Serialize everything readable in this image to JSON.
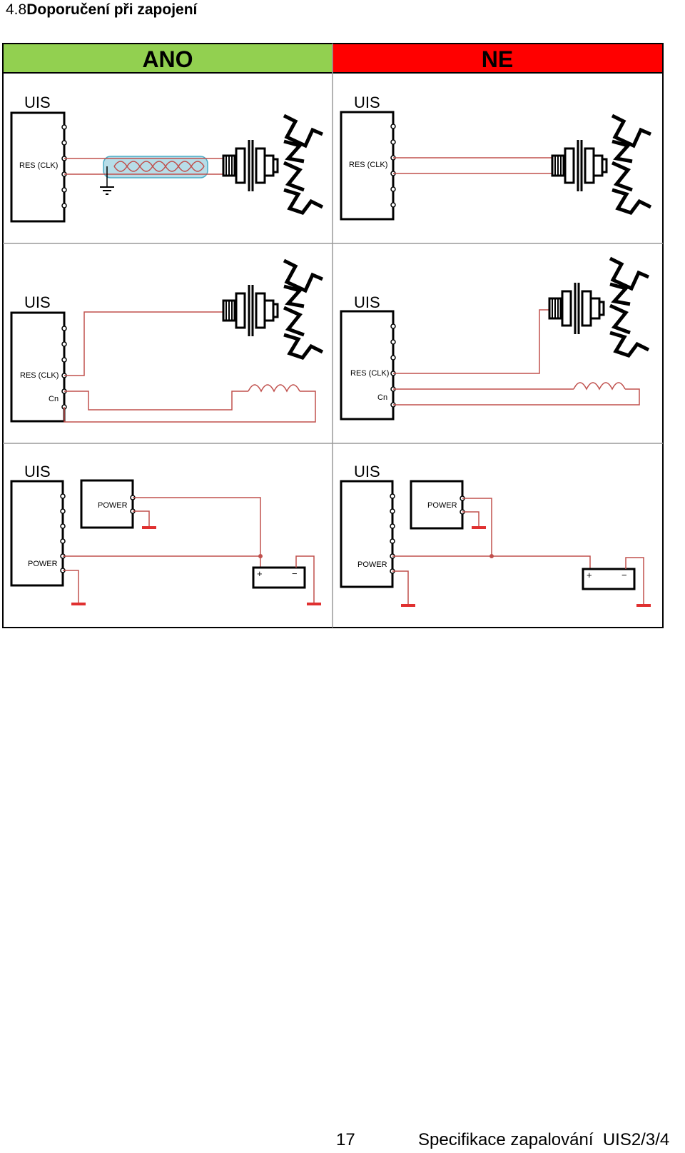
{
  "heading": {
    "number": "4.8",
    "title": "Doporučení při zapojení"
  },
  "columns": {
    "yes": "ANO",
    "no": "NE"
  },
  "colors": {
    "yes": "#92d050",
    "no": "#ff0000",
    "wire": "#c0504d",
    "shield": "#b7dde8",
    "ground": "#e03030"
  },
  "labels": {
    "device": "UIS",
    "res_clk": "RES (CLK)",
    "cn": "Cn",
    "power": "POWER",
    "plus": "+",
    "minus": "−"
  },
  "footer": {
    "page_number": "17",
    "doc_title": "Specifikace zapalování  UIS2/3/4"
  }
}
